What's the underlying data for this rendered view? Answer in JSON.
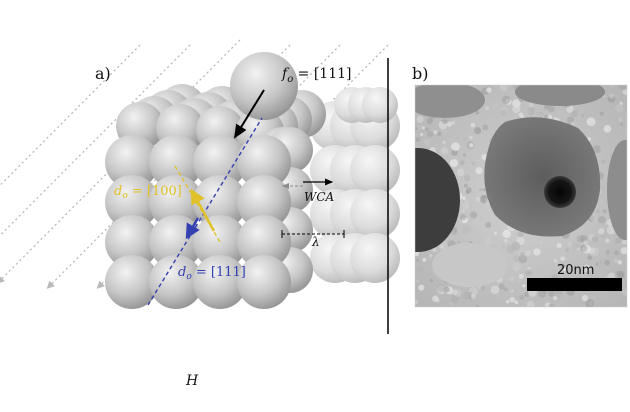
{
  "panel_a": {
    "label": "a)",
    "f0_label": "f",
    "f0_sub": "o",
    "f0_value": " = [111]",
    "d0_yellow_label": "d",
    "d0_yellow_sub": "o",
    "d0_yellow_value": " = [100]",
    "d0_blue_label": "d",
    "d0_blue_sub": "o",
    "d0_blue_value": " = [111]",
    "wca_label": "WCA",
    "lambda_label": "λ",
    "field_label": "H"
  },
  "panel_b": {
    "label": "b)",
    "scalebar_label": "20nm"
  },
  "colors": {
    "yellow_axis": "#e0c12a",
    "blue_axis": "#3340b0",
    "sphere": "#bdbdbd",
    "field_lines": "#b9b9b9"
  }
}
